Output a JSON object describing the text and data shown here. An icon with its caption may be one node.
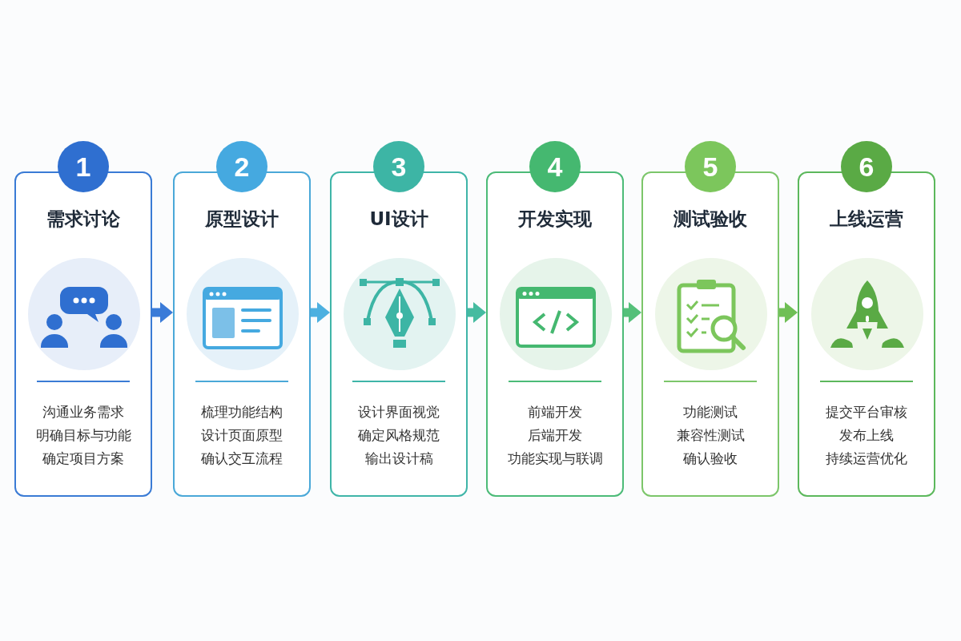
{
  "diagram": {
    "nodes": [
      {
        "text": [
          "1",
          "需求讨论",
          "沟通业务需求",
          "明确目标与功能",
          "确定项目方案"
        ]
      },
      {
        "text": [
          "2",
          "原型设计",
          "梳理功能结构",
          "设计页面原型",
          "确认交互流程"
        ]
      },
      {
        "text": [
          "3",
          "UI设计",
          "设计界面视觉",
          "确定风格规范",
          "输出设计稿"
        ]
      },
      {
        "text": [
          "4",
          "开发实现",
          "前端开发",
          "后端开发",
          "功能实现与联调"
        ]
      },
      {
        "text": [
          "5",
          "测试验收",
          "功能测试",
          "兼容性测试",
          "确认验收"
        ]
      },
      {
        "text": [
          "6",
          "上线运营",
          "提交平台审核",
          "发布上线",
          "持续运营优化"
        ]
      }
    ],
    "edges": [
      {
        "from": 0,
        "to": 1,
        "arrow": "to",
        "color": "#3a7bd8"
      },
      {
        "from": 1,
        "to": 2,
        "arrow": "to",
        "color": "#4db0e0"
      },
      {
        "from": 2,
        "to": 3,
        "arrow": "to",
        "color": "#45bba0"
      },
      {
        "from": 3,
        "to": 4,
        "arrow": "to",
        "color": "#55c07a"
      },
      {
        "from": 4,
        "to": 5,
        "arrow": "to",
        "color": "#6fbf55"
      }
    ]
  }
}
